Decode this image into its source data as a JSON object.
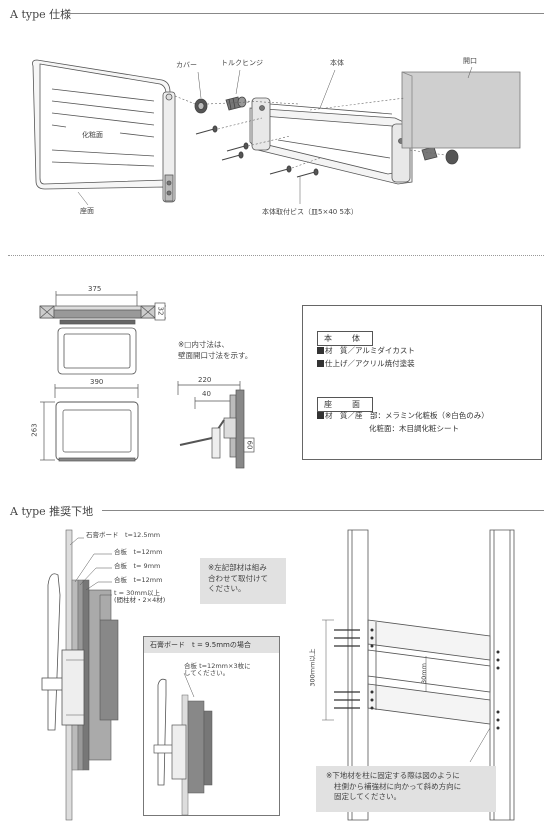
{
  "sections": {
    "spec_title": "A type 仕様",
    "base_title": "A type 推奨下地"
  },
  "exploded": {
    "cover": "カバー",
    "torque_hinge": "トルクヒンジ",
    "body": "本体",
    "opening": "開口",
    "makeup_face": "化粧面",
    "seat_face": "座面",
    "screws": "本体取付ビス（皿5×40  5本）"
  },
  "dims": {
    "d375": "375",
    "d32": "32",
    "d390": "390",
    "d263": "263",
    "d220": "220",
    "d40": "40",
    "d60": "60",
    "inner_note_1": "※□内寸法は、",
    "inner_note_2": "壁面開口寸法を示す。"
  },
  "spec": {
    "body_head": "本　体",
    "body_material": "材　質／アルミダイカスト",
    "body_finish": "仕上げ／アクリル焼付塗装",
    "seat_head": "座　面",
    "seat_material": "材　質／座　部：メラミン化粧板（※白色のみ）",
    "seat_makeup": "化粧面：木目調化粧シート"
  },
  "base": {
    "gypsum": "石膏ボード　t=12.5mm",
    "ply1": "合板　t=12mm",
    "ply2": "合板　t=  9mm",
    "ply3": "合板　t=12mm",
    "stud_1": "t = 30mm以上",
    "stud_2": "(間柱材・2×4材)",
    "combo_note_1": "※左記部材は組み",
    "combo_note_2": "合わせて取付けて",
    "combo_note_3": "ください。",
    "inset_title": "石膏ボード　t = 9.5mmの場合",
    "inset_note_1": "合板 t=12mm×3枚に",
    "inset_note_2": "してください。",
    "h300": "300mm以上",
    "h30": "30mm",
    "fix_note_1": "※下地材を柱に固定する際は図のように",
    "fix_note_2": "柱側から補強材に向かって斜め方向に",
    "fix_note_3": "固定してください。"
  }
}
